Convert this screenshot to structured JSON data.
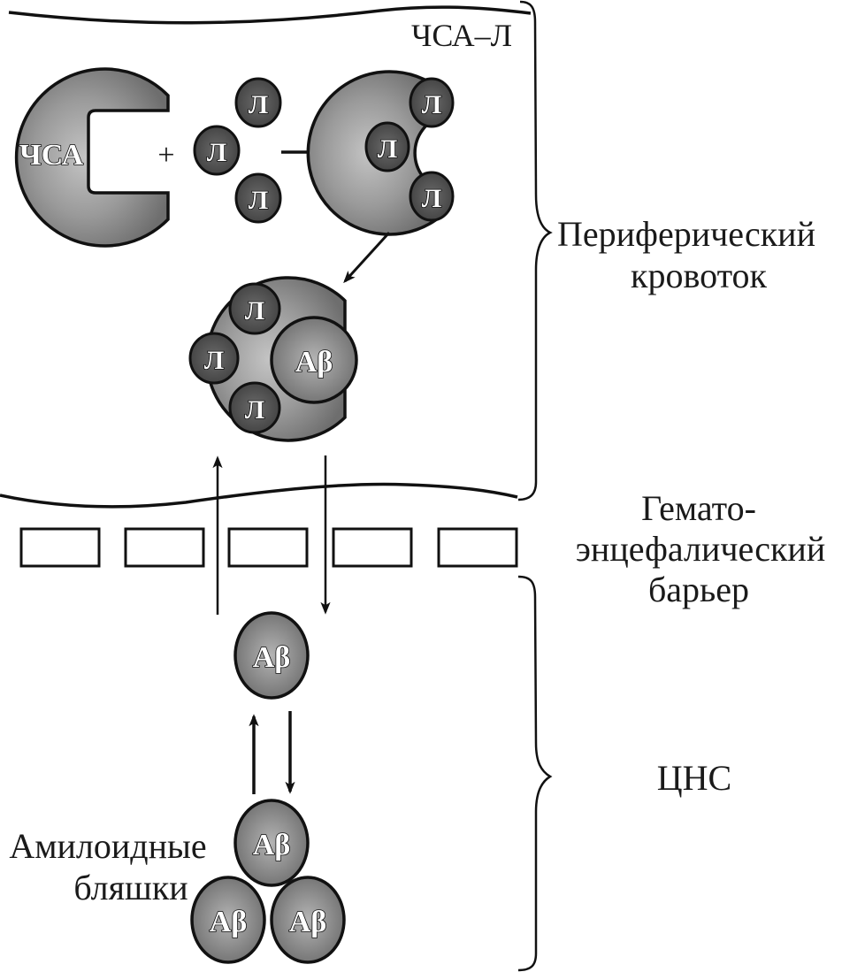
{
  "title": "Transport of amyloid-beta across the blood-brain barrier via albumin–ligand complex",
  "labels": {
    "albumin": "ЧСА",
    "albumin_ligand": "ЧСА–Л",
    "plus": "+",
    "ligand": "Л",
    "abeta": "Aβ",
    "peripheral_line1": "Периферический",
    "peripheral_line2": "кровоток",
    "bbb_line1": "Гемато-",
    "bbb_line2": "энцефалический",
    "bbb_line3": "барьер",
    "cns": "ЦНС",
    "plaques_line1": "Амилоидные",
    "plaques_line2": "бляшки"
  },
  "colors": {
    "protein_fill": "#8c8c8c",
    "protein_light": "#c8c8c8",
    "ligand_fill": "#555555",
    "stroke": "#1a1a1a"
  }
}
